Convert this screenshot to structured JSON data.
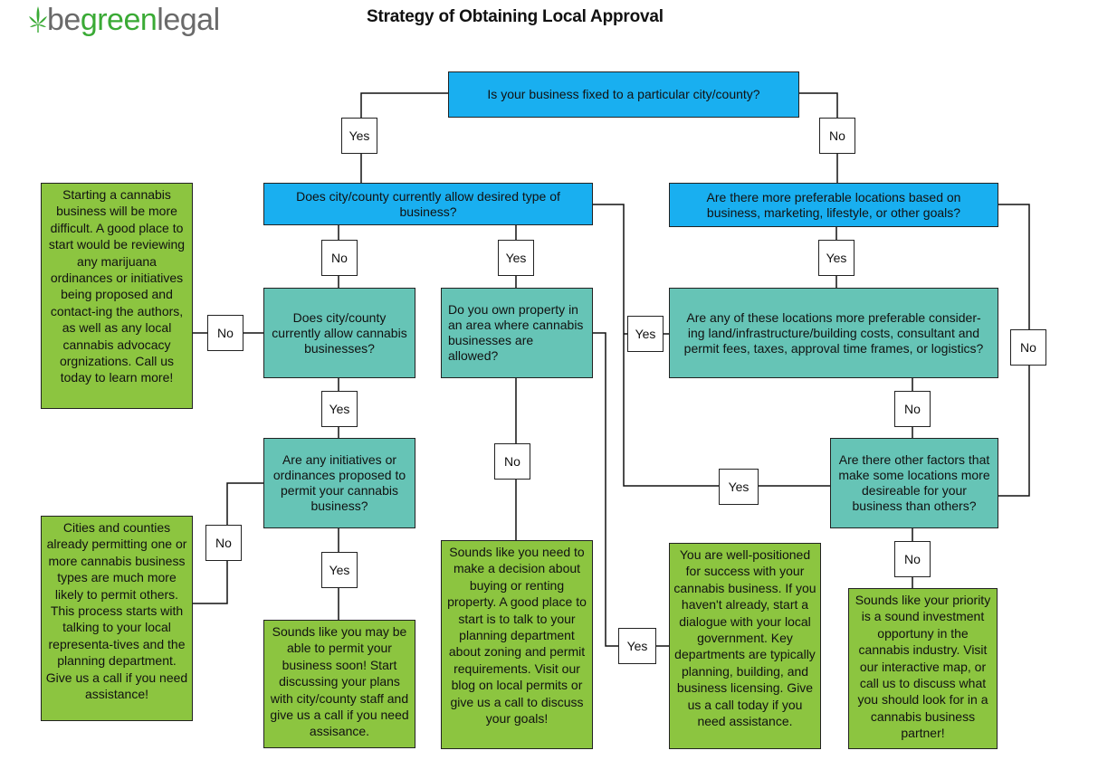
{
  "header": {
    "logo_be": "be",
    "logo_green": "green",
    "logo_legal": "legal",
    "title": "Strategy of Obtaining Local Approval"
  },
  "colors": {
    "question_blue": "#19aff0",
    "question_teal": "#66c4b6",
    "answer_green": "#8cc540",
    "logo_leaf": "#3aaa35"
  },
  "icons": {
    "logo": "cannabis-leaf-icon"
  },
  "nodes": {
    "q_fixed": "Is your business fixed to a particular city/county?",
    "q_allow_type": "Does city/county currently allow desired type of business?",
    "q_preferable": "Are there more preferable locations based on business, marketing, lifestyle, or other goals?",
    "q_allow_cannabis": "Does city/county currently allow cannabis businesses?",
    "q_own_property": "Do you own property in an area where cannabis businesses are allowed?",
    "q_costs": "Are any of these locations more preferable  consider-ing land/infrastructure/building costs, consultant and permit fees, taxes, approval time frames, or logistics?",
    "q_initiatives": "Are any initiatives or ordinances proposed to permit your cannabis business?",
    "q_other_factors": "Are there other factors that make some locations more desireable for your business than others?",
    "a_difficult": "Starting a cannabis business will be more difficult. A good place to start would be reviewing any marijuana ordinances or initiatives being proposed and contact-ing the authors, as well as any local cannabis advocacy orgnizations. Call us today to learn more!",
    "a_cities": "Cities and counties already permitting one or more cannabis business types are much more likely to permit others. This process starts with talking to your local representa-tives and the planning department. Give us a call if  you need assistance!",
    "a_permit_soon": "Sounds like you may be able to permit your business soon! Start discussing your plans with city/county staff and give us a call if you need assisance.",
    "a_buy_rent": "Sounds like you need to make a decision about buying or renting property. A good place to start is to talk to your planning department about zoning and permit requirements. Visit our blog on local permits or give us a call to discuss your goals!",
    "a_well_positioned": "You are well-positioned for success with your cannabis business. If you haven't already, start a dialogue with your local government. Key departments are typically planning, building, and business licensing. Give us a call today if you need assistance.",
    "a_investment": "Sounds like your priority is a sound investment opportuny in the cannabis industry. Visit our interactive map, or call us to discuss what you should look for in a cannabis business partner!"
  },
  "labels": {
    "yes": "Yes",
    "no": "No"
  }
}
